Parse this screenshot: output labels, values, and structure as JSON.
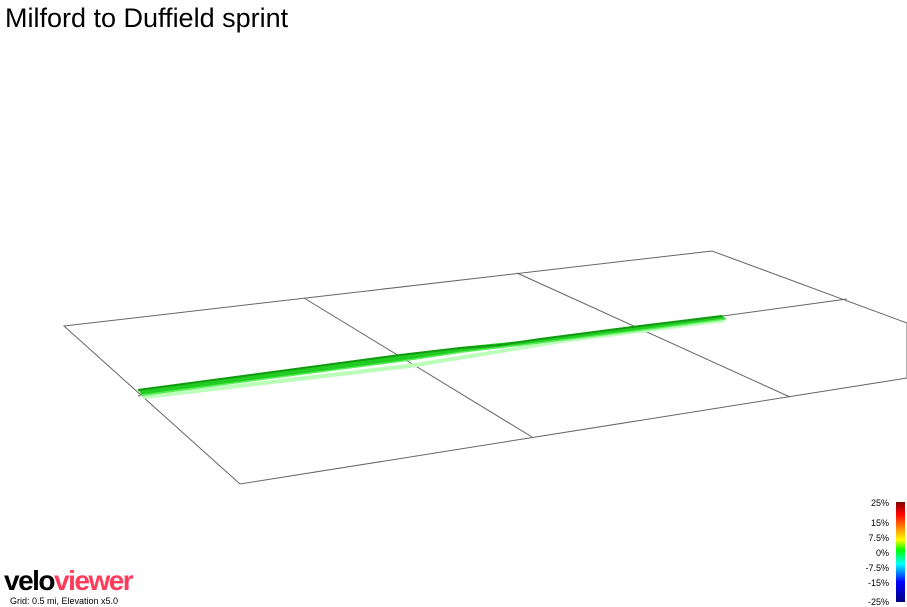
{
  "title": "Milford to Duffield sprint",
  "footer": {
    "grid_note": "Grid: 0.5 mi, Elevation x5.0"
  },
  "logo": {
    "part1": "velo",
    "part2": "viewer",
    "color1": "#000000",
    "color2": "#ff3c5a"
  },
  "legend": {
    "labels": [
      "25%",
      "15%",
      "7.5%",
      "0%",
      "-7.5%",
      "-15%",
      "-25%"
    ]
  },
  "colors": {
    "route_main": "#22cc22",
    "route_dark": "#119911",
    "route_light": "#aaffaa",
    "grid": "#666666"
  }
}
